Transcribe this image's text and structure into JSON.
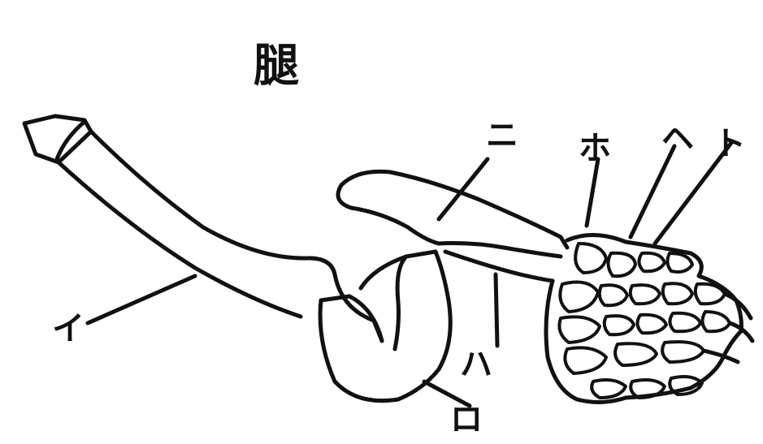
{
  "diagram": {
    "title": "腿",
    "labels": {
      "i": "イ",
      "ro": "ロ",
      "ha": "ハ",
      "ni": "ニ",
      "ho": "ホ",
      "he": "ヘ",
      "to": "ト"
    }
  }
}
